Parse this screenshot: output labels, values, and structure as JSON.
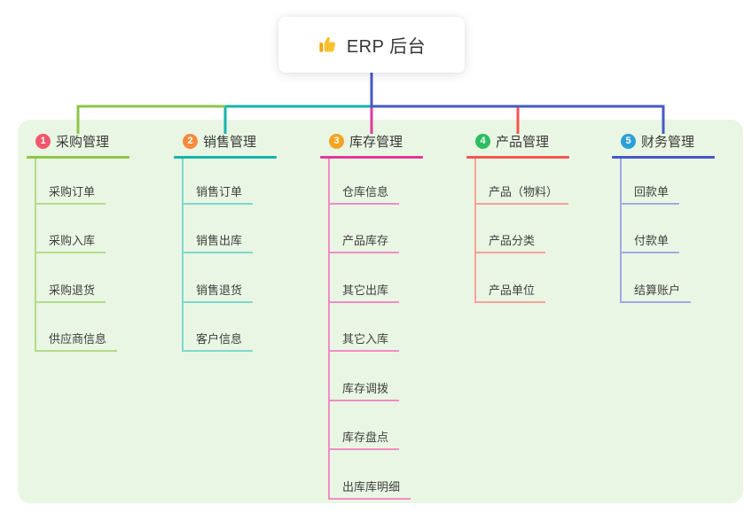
{
  "root": {
    "label": "ERP 后台",
    "icon": "thumbs-up-icon"
  },
  "branches": [
    {
      "badge": "1",
      "label": "采购管理",
      "badge_color": "#f2566c",
      "line_color": "#8ec549",
      "child_line_color": "#b2dc8a",
      "children": [
        "采购订单",
        "采购入库",
        "采购退货",
        "供应商信息"
      ]
    },
    {
      "badge": "2",
      "label": "销售管理",
      "badge_color": "#f78a3d",
      "line_color": "#13b5ab",
      "child_line_color": "#7fd8cf",
      "children": [
        "销售订单",
        "销售出库",
        "销售退货",
        "客户信息"
      ]
    },
    {
      "badge": "3",
      "label": "库存管理",
      "badge_color": "#f5a41f",
      "line_color": "#e03a9d",
      "child_line_color": "#f08cc8",
      "children": [
        "仓库信息",
        "产品库存",
        "其它出库",
        "其它入库",
        "库存调拨",
        "库存盘点",
        "出库库明细"
      ]
    },
    {
      "badge": "4",
      "label": "产品管理",
      "badge_color": "#2dbe60",
      "line_color": "#f4554f",
      "child_line_color": "#f9a19c",
      "children": [
        "产品（物料）",
        "产品分类",
        "产品单位"
      ]
    },
    {
      "badge": "5",
      "label": "财务管理",
      "badge_color": "#2b9fd8",
      "line_color": "#4659c7",
      "child_line_color": "#9fabe6",
      "children": [
        "回款单",
        "付款单",
        "结算账户"
      ]
    }
  ],
  "colors": {
    "canvas_bg": "#ffffff",
    "panel_bg": "#e9f6e3",
    "root_connector": "#4659c7",
    "icon_gold": "#fbc02d"
  }
}
